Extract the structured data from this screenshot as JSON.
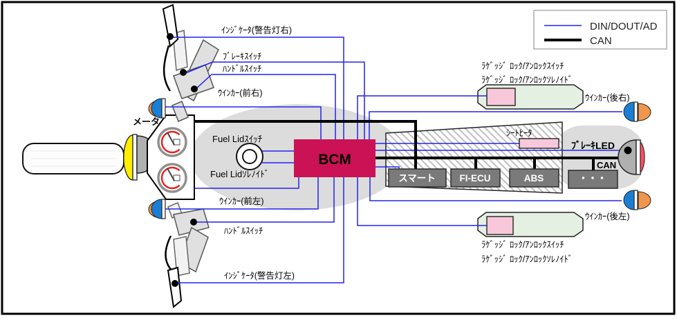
{
  "legend": {
    "din_label": "DIN/DOUT/AD",
    "can_label": "CAN"
  },
  "bcm_label": "BCM",
  "front": {
    "indicator_right": "ｲﾝｼﾞｹｰﾀ(警告灯右)",
    "brake_switch": "ﾌﾞﾚｰｷｽｲｯﾁ",
    "handle_switch_right": "ﾊﾝﾄﾞﾙｽｲｯﾁ",
    "winker_front_right": "ｳｲﾝｶｰ(前右)",
    "meter": "メータ",
    "fuel_lid_switch": "Fuel Lidｽｲｯﾁ",
    "fuel_lid_solenoid": "Fuel Lidｿﾚﾉｲﾄﾞ",
    "winker_front_left": "ｳｲﾝｶｰ(前左)",
    "handle_switch_left": "ﾊﾝﾄﾞﾙｽｲｯﾁ",
    "indicator_left": "ｲﾝｼﾞｹｰﾀ(警告灯左)"
  },
  "rear": {
    "luggage_switch_top": "ﾗｹﾞｯｼﾞ ﾛｯｸ/ｱﾝﾛｯｸｽｲｯﾁ",
    "luggage_solenoid_top": "ﾗｹﾞｯｼﾞ ﾛｯｸ/ｱﾝﾛｯｸｿﾚﾉｲﾄﾞ",
    "winker_rear_right": "ｳｲﾝｶｰ(後右)",
    "seat_heater": "ｼｰﾄﾋｰﾀ",
    "brake_led": "ﾌﾞﾚｰｷLED",
    "can_tag": "CAN",
    "winker_rear_left": "ｳｲﾝｶｰ(後左)",
    "luggage_switch_bottom": "ﾗｹﾞｯｼﾞ ﾛｯｸ/ｱﾝﾛｯｸｽｲｯﾁ",
    "luggage_solenoid_bottom": "ﾗｹﾞｯｼﾞ ﾛｯｸ/ｱﾝﾛｯｸｿﾚﾉｲﾄﾞ"
  },
  "modules": [
    {
      "label": "スマート"
    },
    {
      "label": "FI-ECU"
    },
    {
      "label": "ABS"
    },
    {
      "label": "・・・"
    }
  ],
  "colors": {
    "bcm": "#cb1254",
    "din_line": "#2222ee",
    "can_line": "#000000",
    "module_box": "#7a7a7a",
    "body_gray": "#dcdcdc",
    "pink": "#f8c8da",
    "green": "#e4f0e2"
  }
}
